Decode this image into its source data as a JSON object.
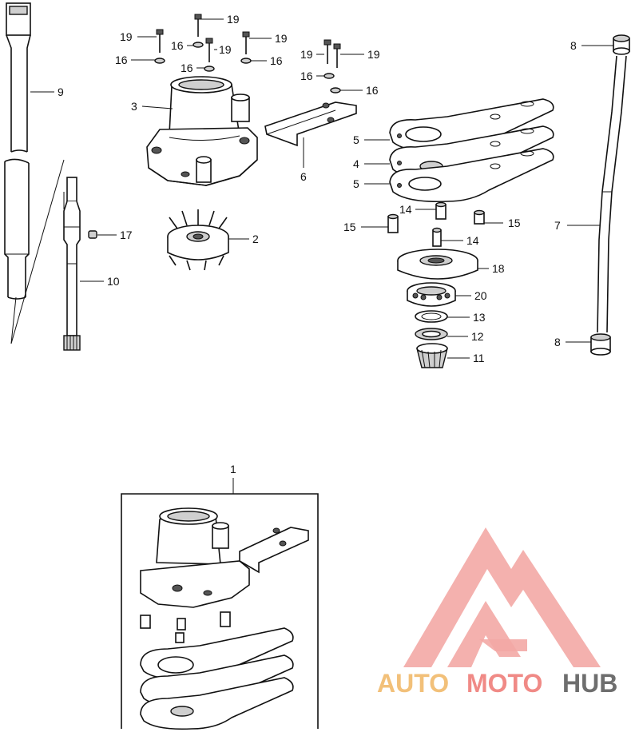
{
  "diagram": {
    "labels": {
      "l1": "1",
      "l2": "2",
      "l3": "3",
      "l4": "4",
      "l5a": "5",
      "l5b": "5",
      "l6": "6",
      "l7": "7",
      "l8a": "8",
      "l8b": "8",
      "l9": "9",
      "l10": "10",
      "l11": "11",
      "l12": "12",
      "l13": "13",
      "l14a": "14",
      "l14b": "14",
      "l15a": "15",
      "l15b": "15",
      "l16a": "16",
      "l16b": "16",
      "l16c": "16",
      "l16d": "16",
      "l16e": "16",
      "l16f": "16",
      "l17": "17",
      "l18": "18",
      "l19a": "19",
      "l19b": "19",
      "l19c": "19",
      "l19d": "19",
      "l19e": "19",
      "l19f": "19",
      "l20": "20"
    }
  },
  "watermark": {
    "text_auto": "AUTO",
    "text_moto": "MOTO",
    "text_hub": "HUB",
    "colors": {
      "auto": "#f2c079",
      "moto": "#f08a86",
      "hub": "#6e6e6e",
      "logo": "#f08a86"
    }
  }
}
